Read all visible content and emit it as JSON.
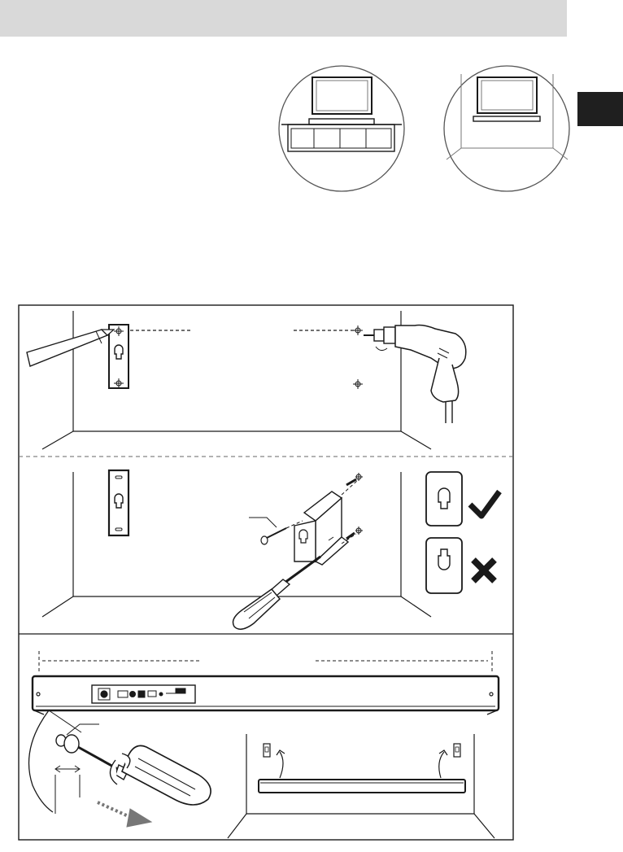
{
  "illustrations": {
    "placement_options": [
      "tv-on-cabinet-icon",
      "tv-wall-mounted-icon"
    ],
    "install_steps": [
      "mark-and-drill-holes",
      "attach-brackets-with-screws",
      "mount-soundbar-on-brackets"
    ],
    "keyhole_orientation": {
      "correct": "check-icon",
      "incorrect": "cross-icon"
    }
  },
  "colors": {
    "header_band": "#d9d9d9",
    "side_tab": "#1f1f1f",
    "line_art": "#1a1a1a"
  }
}
